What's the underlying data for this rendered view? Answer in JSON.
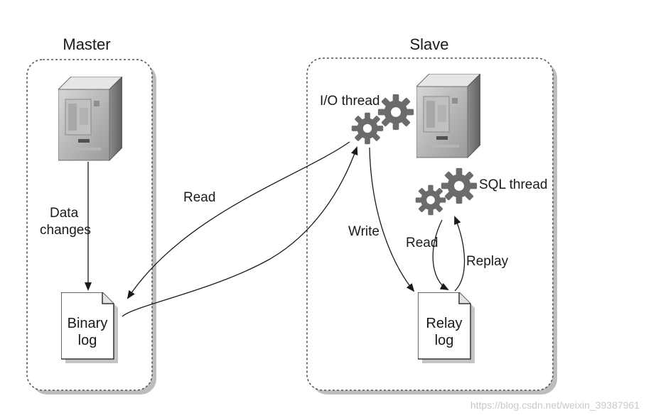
{
  "master": {
    "title": "Master",
    "data_changes_line1": "Data",
    "data_changes_line2": "changes",
    "binary_log_line1": "Binary",
    "binary_log_line2": "log"
  },
  "slave": {
    "title": "Slave",
    "io_thread": "I/O thread",
    "sql_thread": "SQL thread",
    "write": "Write",
    "read": "Read",
    "replay": "Replay",
    "relay_log_line1": "Relay",
    "relay_log_line2": "log"
  },
  "link": {
    "read": "Read"
  },
  "watermark": "https://blog.csdn.net/weixin_39387961"
}
